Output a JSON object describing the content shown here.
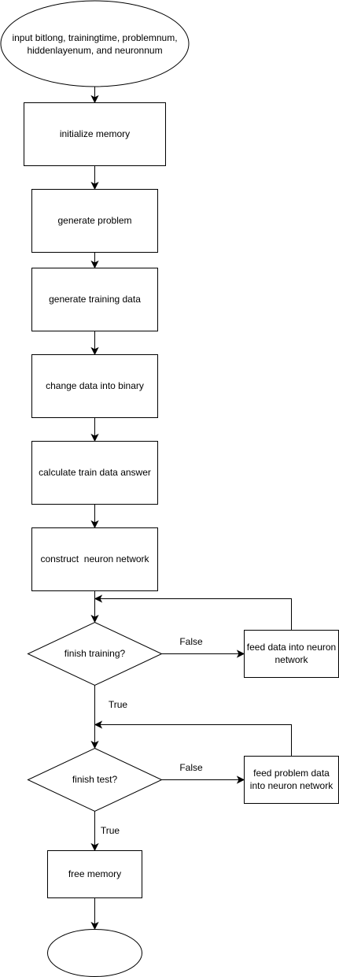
{
  "nodes": {
    "start": {
      "lines": [
        "input bitlong, trainingtime, problemnum,",
        "hiddenlayenum, and neuronnum"
      ]
    },
    "init_memory": {
      "lines": [
        "initialize memory"
      ]
    },
    "gen_problem": {
      "lines": [
        "generate problem"
      ]
    },
    "gen_training": {
      "lines": [
        "generate training data"
      ]
    },
    "to_binary": {
      "lines": [
        "change data into binary"
      ]
    },
    "calc_answer": {
      "lines": [
        "calculate train data answer"
      ]
    },
    "construct": {
      "lines": [
        "construct  neuron network"
      ]
    },
    "finish_training": {
      "lines": [
        "finish training?"
      ]
    },
    "feed_data": {
      "lines": [
        "feed data into neuron",
        "network"
      ]
    },
    "finish_test": {
      "lines": [
        "finish test?"
      ]
    },
    "feed_problem": {
      "lines": [
        "feed problem data",
        "into neuron network"
      ]
    },
    "free_memory": {
      "lines": [
        "free memory"
      ]
    },
    "end": {
      "lines": []
    }
  },
  "edge_labels": {
    "training_false": "False",
    "training_true": "True",
    "test_false": "False",
    "test_true": "True"
  },
  "colors": {
    "stroke": "#000000",
    "fill": "#ffffff",
    "text": "#000000"
  }
}
